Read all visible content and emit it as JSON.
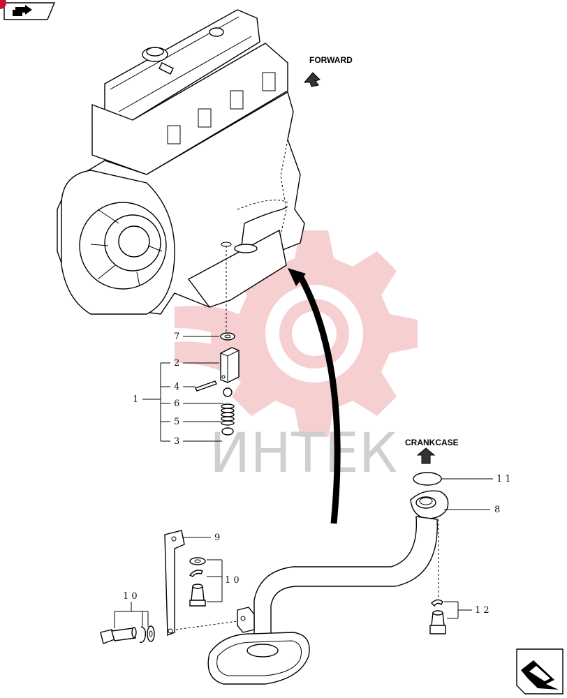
{
  "labels": {
    "forward": "FORWARD",
    "crankcase": "CRANKCASE",
    "watermark": "ИНТЕК"
  },
  "callouts": {
    "p1": "1",
    "p2": "2",
    "p3": "3",
    "p4": "4",
    "p5": "5",
    "p6": "6",
    "p7": "7",
    "p8": "8",
    "p9": "9",
    "p10a": "1 0",
    "p10b": "1 0",
    "p11": "1 1",
    "p12": "1 2"
  },
  "colors": {
    "line": "#000000",
    "watermark_gear": "#f5c8c8",
    "watermark_text": "#cfcfcf",
    "corner_badge": "#c8102e"
  },
  "icons": {
    "top_left": "next-page-arrow-icon",
    "bottom_right": "next-page-arrow-icon"
  }
}
